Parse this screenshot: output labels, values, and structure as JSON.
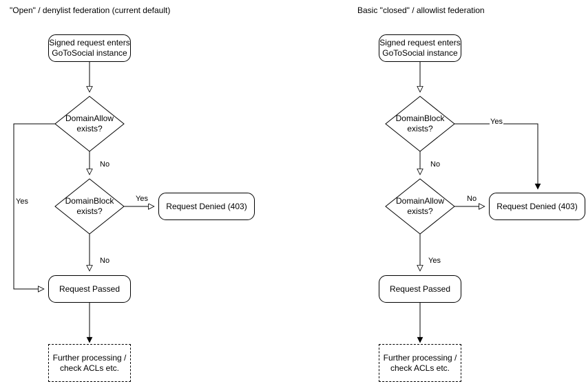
{
  "diagram": {
    "type": "flowchart",
    "background": "#ffffff",
    "stroke": "#000000",
    "panels": [
      {
        "id": "open-denylist",
        "title": "\"Open\" / denylist federation (current default)",
        "nodes": [
          {
            "id": "entry",
            "shape": "rounded",
            "label_line1": "Signed request enters",
            "label_line2": "GoToSocial instance"
          },
          {
            "id": "allow",
            "shape": "diamond",
            "label_line1": "DomainAllow",
            "label_line2": "exists?"
          },
          {
            "id": "block",
            "shape": "diamond",
            "label_line1": "DomainBlock",
            "label_line2": "exists?"
          },
          {
            "id": "denied",
            "shape": "rounded",
            "label_line1": "Request Denied (403)",
            "label_line2": ""
          },
          {
            "id": "passed",
            "shape": "rounded",
            "label_line1": "Request Passed",
            "label_line2": ""
          },
          {
            "id": "further",
            "shape": "dashed",
            "label_line1": "Further processing /",
            "label_line2": "check ACLs etc."
          }
        ],
        "edges": [
          {
            "from": "entry",
            "to": "allow",
            "label": ""
          },
          {
            "from": "allow",
            "to": "passed",
            "label": "Yes"
          },
          {
            "from": "allow",
            "to": "block",
            "label": "No"
          },
          {
            "from": "block",
            "to": "denied",
            "label": "Yes"
          },
          {
            "from": "block",
            "to": "passed",
            "label": "No"
          },
          {
            "from": "passed",
            "to": "further",
            "label": ""
          }
        ]
      },
      {
        "id": "closed-allowlist",
        "title": "Basic \"closed\" / allowlist federation",
        "nodes": [
          {
            "id": "entry",
            "shape": "rounded",
            "label_line1": "Signed request enters",
            "label_line2": "GoToSocial instance"
          },
          {
            "id": "block",
            "shape": "diamond",
            "label_line1": "DomainBlock",
            "label_line2": "exists?"
          },
          {
            "id": "allow",
            "shape": "diamond",
            "label_line1": "DomainAllow",
            "label_line2": "exists?"
          },
          {
            "id": "denied",
            "shape": "rounded",
            "label_line1": "Request Denied (403)",
            "label_line2": ""
          },
          {
            "id": "passed",
            "shape": "rounded",
            "label_line1": "Request Passed",
            "label_line2": ""
          },
          {
            "id": "further",
            "shape": "dashed",
            "label_line1": "Further processing /",
            "label_line2": "check ACLs etc."
          }
        ],
        "edges": [
          {
            "from": "entry",
            "to": "block",
            "label": ""
          },
          {
            "from": "block",
            "to": "denied",
            "label": "Yes"
          },
          {
            "from": "block",
            "to": "allow",
            "label": "No"
          },
          {
            "from": "allow",
            "to": "denied",
            "label": "No"
          },
          {
            "from": "allow",
            "to": "passed",
            "label": "Yes"
          },
          {
            "from": "passed",
            "to": "further",
            "label": ""
          }
        ]
      }
    ]
  }
}
